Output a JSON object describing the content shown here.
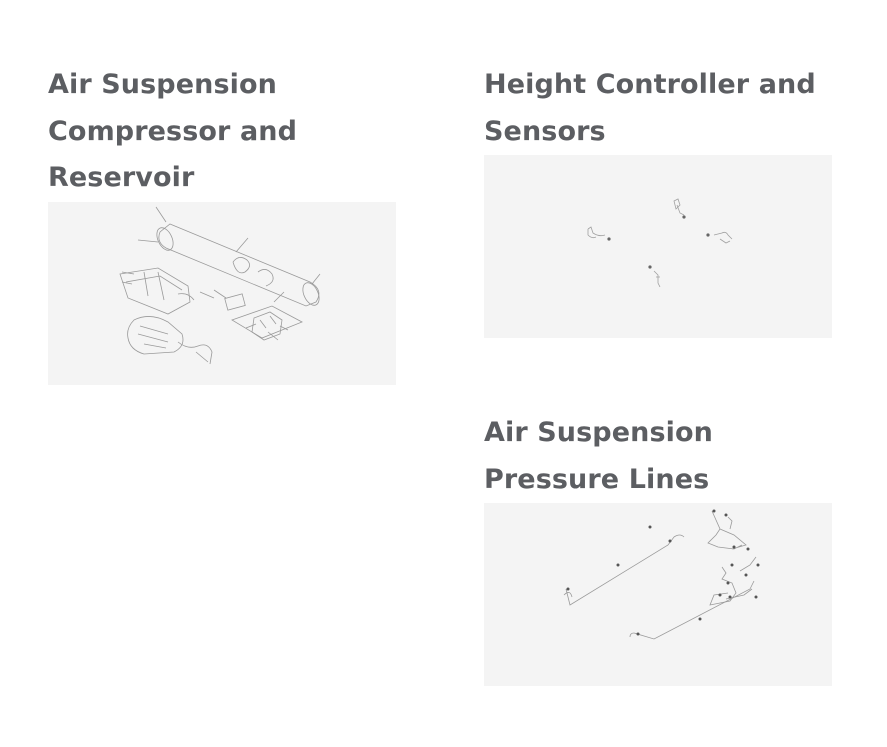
{
  "categories": [
    {
      "title": "Air Suspension Compressor and Reservoir",
      "image": "air-suspension-compressor-reservoir-diagram"
    },
    {
      "title": "Height Controller and Sensors",
      "image": "height-controller-sensors-diagram"
    },
    {
      "title": "Air Suspension Pressure Lines",
      "image": "air-suspension-pressure-lines-diagram"
    }
  ]
}
